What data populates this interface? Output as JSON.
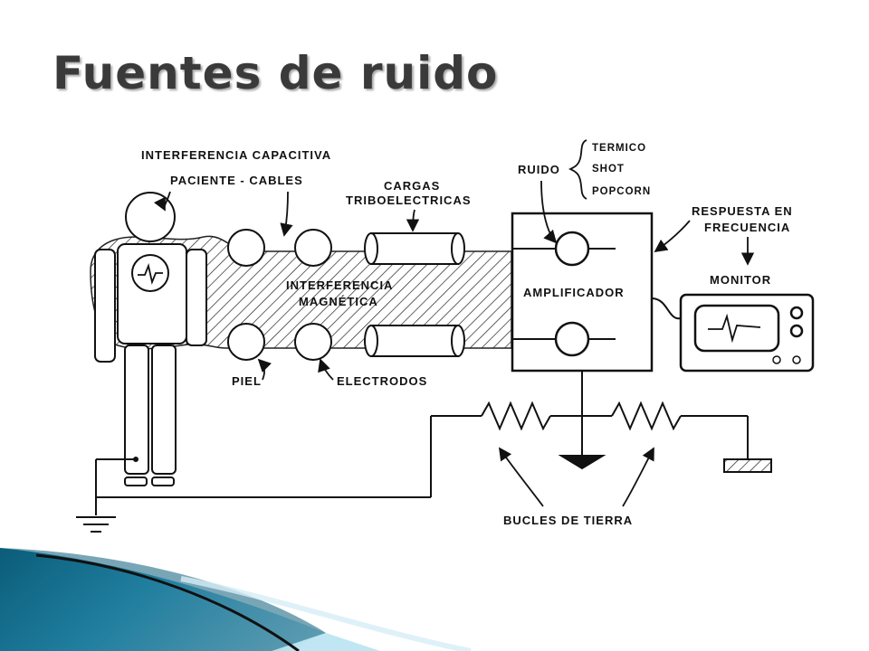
{
  "slide": {
    "title": "Fuentes de ruido"
  },
  "labels": {
    "interferencia_capacitiva": "INTERFERENCIA CAPACITIVA",
    "paciente_cables": "PACIENTE - CABLES",
    "cargas": "CARGAS",
    "triboelectricas": "TRIBOELECTRICAS",
    "ruido": "RUIDO",
    "termico": "TERMICO",
    "shot": "SHOT",
    "popcorn": "POPCORN",
    "respuesta_en": "RESPUESTA EN",
    "frecuencia": "FRECUENCIA",
    "monitor": "MONITOR",
    "interferencia": "INTERFERENCIA",
    "magnetica": "MAGNÉTICA",
    "amplificador": "AMPLIFICADOR",
    "piel": "PIEL",
    "electrodos": "ELECTRODOS",
    "bucles_de_tierra": "BUCLES DE TIERRA"
  },
  "colors": {
    "accent_dark": "#0b5d7a",
    "accent_light": "#4fb3d4"
  }
}
